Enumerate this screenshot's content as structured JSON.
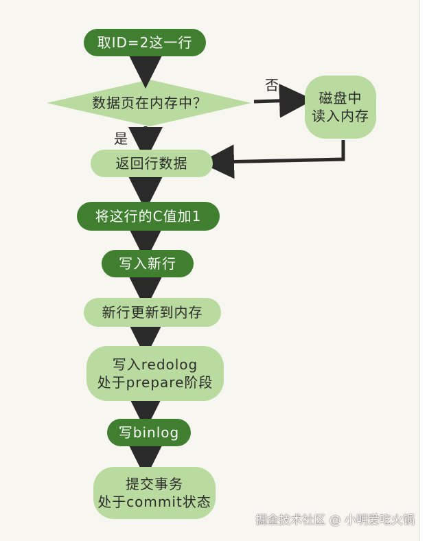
{
  "nodes": {
    "fetch_row": "取ID=2这一行",
    "in_memory_question": "数据页在内存中？",
    "read_from_disk": [
      "磁盘中",
      "读入内存"
    ],
    "return_row": "返回行数据",
    "add_one": "将这行的C值加1",
    "write_new_row": "写入新行",
    "update_memory": "新行更新到内存",
    "redo_prepare": [
      "写入redolog",
      "处于prepare阶段"
    ],
    "write_binlog": "写binlog",
    "commit": [
      "提交事务",
      "处于commit状态"
    ]
  },
  "labels": {
    "no": "否",
    "yes": "是"
  },
  "watermark": "掘金技术社区 @ 小明爱吃火锅",
  "colors": {
    "dark_green": "#3f7f2f",
    "light_green": "#b9dba0",
    "arrow": "#2a2a2a",
    "paper": "#f7f6f1"
  }
}
